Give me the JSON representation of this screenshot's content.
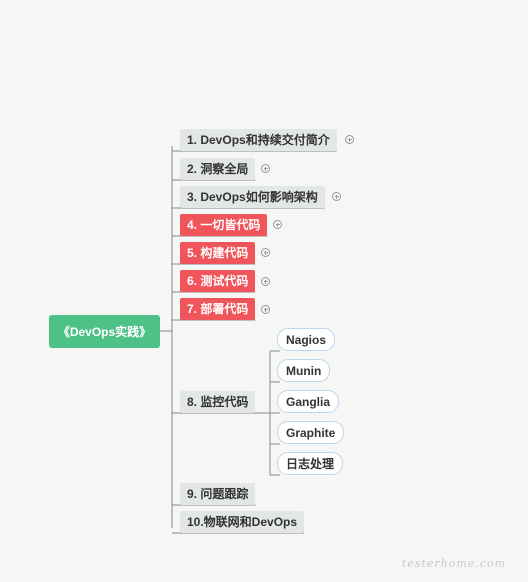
{
  "root": {
    "label": "《DevOps实践》"
  },
  "branches": [
    {
      "label": "1. DevOps和持续交付简介",
      "collapsed": true,
      "color": "#e3e6e7"
    },
    {
      "label": "2. 洞察全局",
      "collapsed": true,
      "color": "#e3e6e7"
    },
    {
      "label": "3. DevOps如何影响架构",
      "collapsed": true,
      "color": "#e3e6e7"
    },
    {
      "label": "4. 一切皆代码",
      "collapsed": true,
      "color": "#f0555c"
    },
    {
      "label": "5. 构建代码",
      "collapsed": true,
      "color": "#f0555c"
    },
    {
      "label": "6. 测试代码",
      "collapsed": true,
      "color": "#f0555c"
    },
    {
      "label": "7. 部署代码",
      "collapsed": true,
      "color": "#f0555c"
    },
    {
      "label": "8. 监控代码",
      "collapsed": false,
      "color": "#e3e6e7",
      "children": [
        "Nagios",
        "Munin",
        "Ganglia",
        "Graphite",
        "日志处理"
      ]
    },
    {
      "label": "9. 问题跟踪",
      "collapsed": false,
      "color": "#e3e6e7"
    },
    {
      "label": "10.物联网和DevOps",
      "collapsed": false,
      "color": "#e3e6e7"
    }
  ],
  "watermark": "testerhome.com",
  "colors": {
    "root": "#4ec187",
    "highlight": "#f0555c",
    "default": "#e3e6e7",
    "leaf_border": "#bcd6f0",
    "connector": "#888888"
  }
}
